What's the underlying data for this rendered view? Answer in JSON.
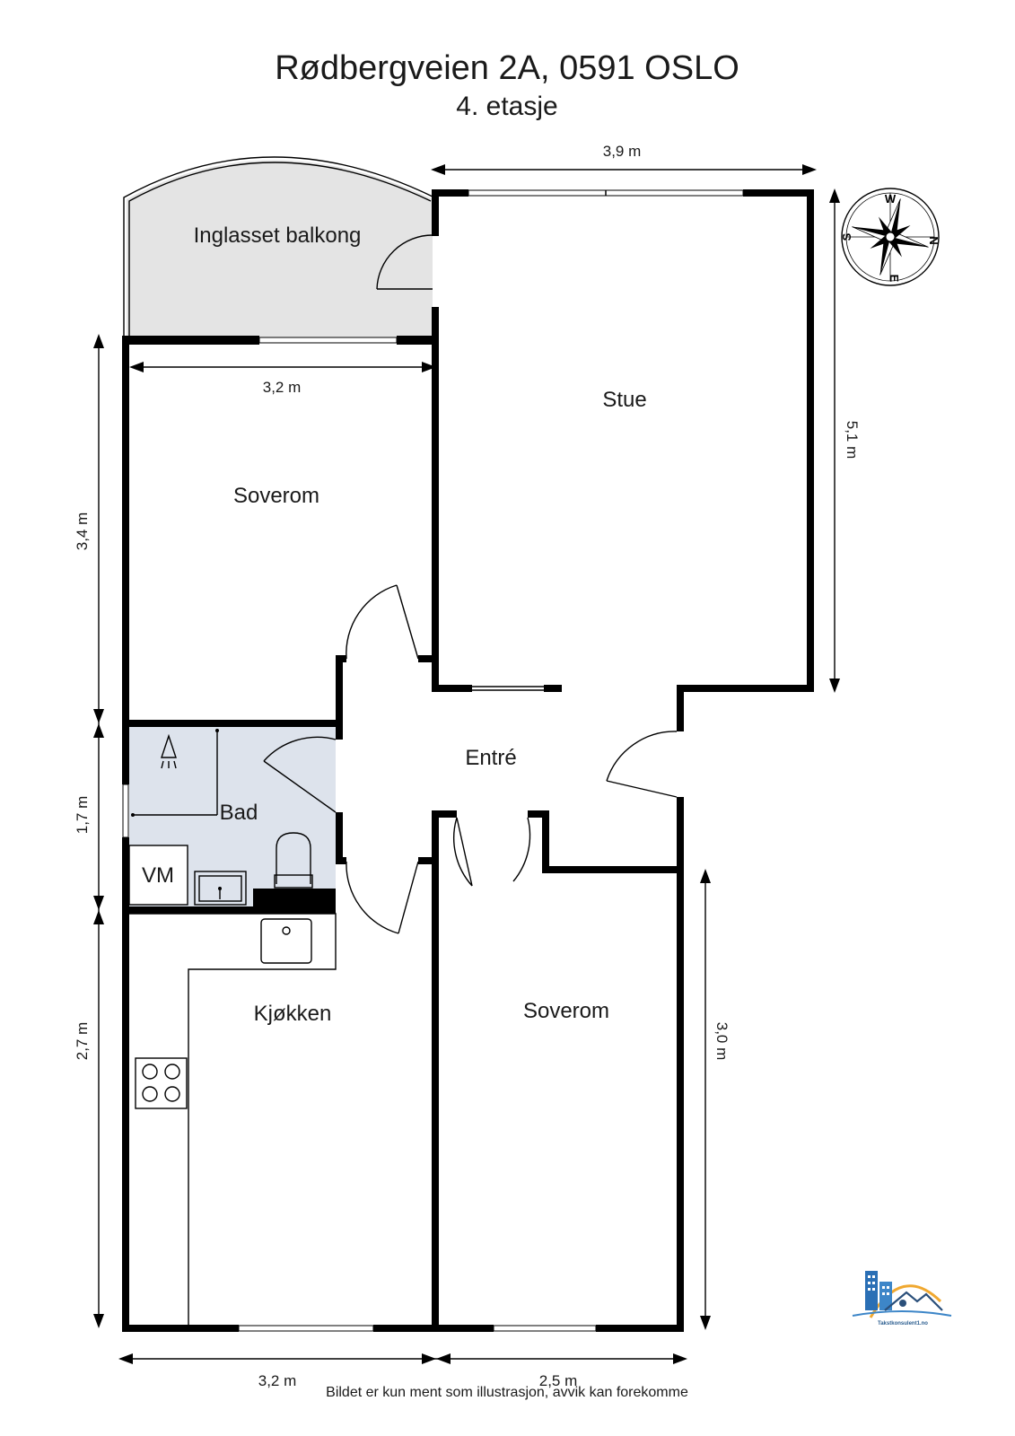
{
  "header": {
    "address": "Rødbergveien 2A, 0591 OSLO",
    "floor": "4. etasje"
  },
  "rooms": {
    "balcony": "Inglasset balkong",
    "living_room": "Stue",
    "bedroom_top": "Soverom",
    "hall": "Entré",
    "bathroom": "Bad",
    "washer": "VM",
    "kitchen": "Kjøkken",
    "bedroom_bottom": "Soverom"
  },
  "dimensions": {
    "living_width": "3,9 m",
    "living_depth": "5,1 m",
    "bedroom_top_width": "3,2 m",
    "bedroom_top_depth": "3,4 m",
    "bath_depth": "1,7 m",
    "kitchen_depth": "2,7 m",
    "kitchen_width": "3,2 m",
    "bedroom_bottom_width": "2,5 m",
    "bedroom_bottom_depth": "3,0 m"
  },
  "compass": {
    "n": "N",
    "s": "S",
    "e": "E",
    "w": "W"
  },
  "logo": {
    "name": "Takstkonsulent1.no"
  },
  "footer": {
    "disclaimer": "Bildet er kun ment som illustrasjon, avvik kan forekomme"
  },
  "colors": {
    "balcony_fill": "#e4e4e4",
    "bathroom_fill": "#dde3ec",
    "wall": "#000000",
    "logo_blue": "#2a6fb5",
    "logo_orange": "#f0a830"
  }
}
